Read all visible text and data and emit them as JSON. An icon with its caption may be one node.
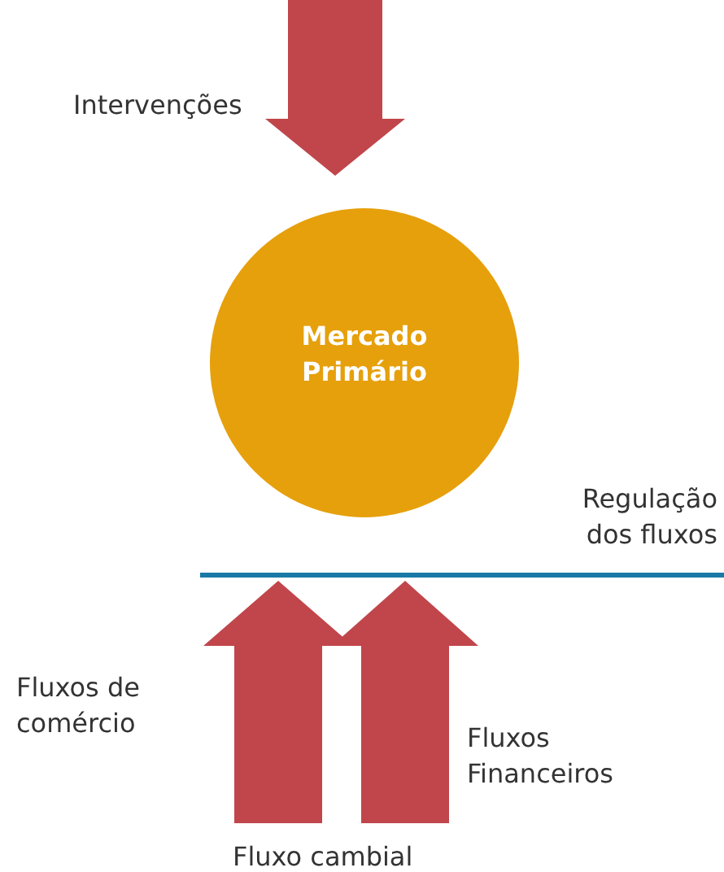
{
  "diagram": {
    "nodes": [
      {
        "text": [
          "Mercado Primário"
        ]
      },
      {
        "text": [
          "Regulação dos fluxos"
        ]
      }
    ],
    "edges": [
      {
        "from": null,
        "to": 0,
        "arrow": "to"
      },
      {
        "from": null,
        "to": 1,
        "arrow": "to"
      },
      {
        "from": null,
        "to": 1,
        "arrow": "to"
      }
    ],
    "labels": [
      "Intervenções",
      "Fluxos de comércio",
      "Fluxos Financeiros",
      "Fluxo cambial"
    ]
  }
}
